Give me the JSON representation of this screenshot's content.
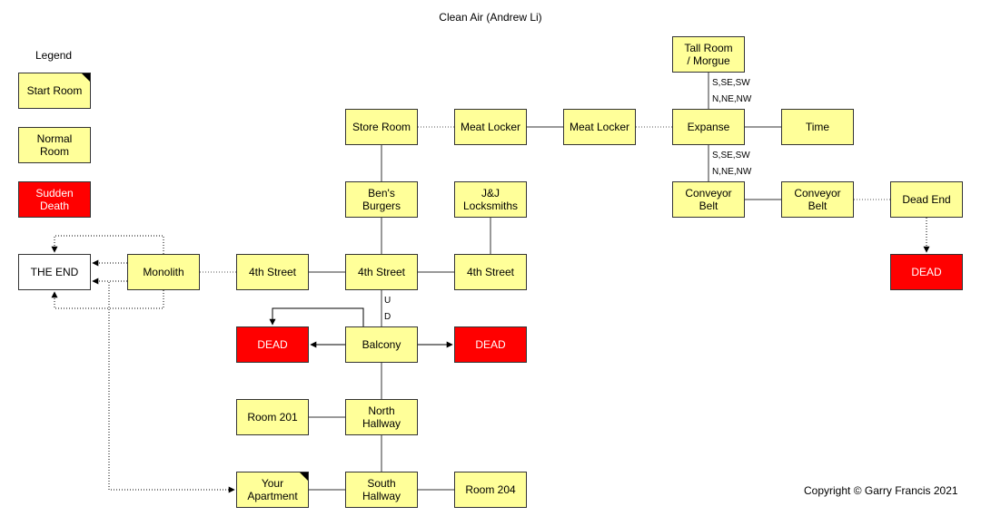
{
  "title": "Clean Air (Andrew Li)",
  "copyright": "Copyright © Garry Francis 2021",
  "legend": {
    "title": "Legend",
    "start": "Start Room",
    "normal": "Normal\nRoom",
    "death": "Sudden\nDeath"
  },
  "rooms": {
    "tall_room": "Tall Room\n/ Morgue",
    "store_room": "Store Room",
    "meat_locker_1": "Meat Locker",
    "meat_locker_2": "Meat Locker",
    "expanse": "Expanse",
    "time": "Time",
    "bens_burgers": "Ben's\nBurgers",
    "jj_locksmiths": "J&J\nLocksmiths",
    "conveyor_belt_1": "Conveyor\nBelt",
    "conveyor_belt_2": "Conveyor\nBelt",
    "dead_end": "Dead End",
    "the_end": "THE END",
    "monolith": "Monolith",
    "fourth_street_1": "4th Street",
    "fourth_street_2": "4th Street",
    "fourth_street_3": "4th Street",
    "dead_far_right": "DEAD",
    "dead_left": "DEAD",
    "balcony": "Balcony",
    "dead_right": "DEAD",
    "room_201": "Room 201",
    "north_hallway": "North\nHallway",
    "your_apartment": "Your\nApartment",
    "south_hallway": "South\nHallway",
    "room_204": "Room 204"
  },
  "labels": {
    "s_se_sw_1": "S,SE,SW",
    "n_ne_nw_1": "N,NE,NW",
    "s_se_sw_2": "S,SE,SW",
    "n_ne_nw_2": "N,NE,NW",
    "up": "U",
    "down": "D"
  },
  "colors": {
    "room_fill": "#ffff99",
    "death_fill": "#ff0000",
    "end_fill": "#ffffff"
  }
}
